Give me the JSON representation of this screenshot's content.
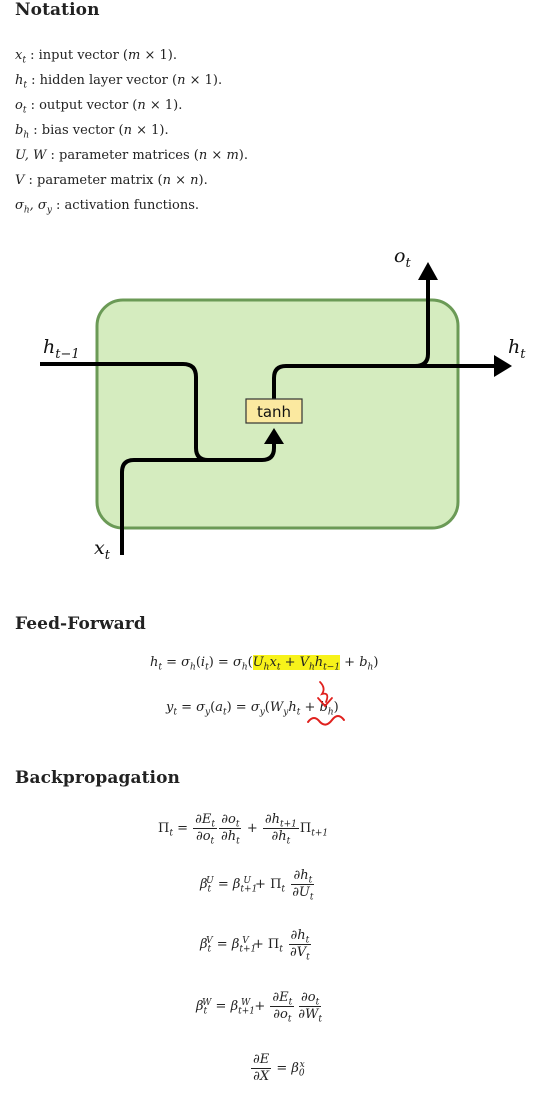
{
  "headings": {
    "notation": "Notation",
    "feedforward": "Feed-Forward",
    "backprop": "Backpropagation"
  },
  "notation": [
    {
      "sym": "x",
      "sub": "t",
      "text": " : input vector (m × 1)."
    },
    {
      "sym": "h",
      "sub": "t",
      "text": " : hidden layer vector (n × 1)."
    },
    {
      "sym": "o",
      "sub": "t",
      "text": " : output vector (n × 1)."
    },
    {
      "sym": "b",
      "sub": "h",
      "text": " : bias vector (n × 1)."
    },
    {
      "sym": "U, W",
      "sub": "",
      "text": " : parameter matrices (n × m)."
    },
    {
      "sym": "V",
      "sub": "",
      "text": " : parameter matrix (n × n)."
    },
    {
      "sym": "σ",
      "sub": "h",
      "text": ", σ_y : activation functions."
    }
  ],
  "diagram": {
    "tanh_label": "tanh",
    "h_prev": "h",
    "h_prev_sub": "t−1",
    "h_out": "h",
    "h_out_sub": "t",
    "o_out": "o",
    "o_out_sub": "t",
    "x_in": "x",
    "x_in_sub": "t",
    "colors": {
      "cell_fill": "#d5ecbf",
      "cell_stroke": "#6b9a56",
      "tanh_fill": "#fbe9a0",
      "highlight": "#f7f21a",
      "annotation": "#e0211e"
    }
  },
  "equations": {
    "ff1": "h_t = σ_h(i_t) = σ_h(U_h x_t + V_h h_{t−1} + b_h)",
    "ff2": "y_t = σ_y(a_t) = σ_y(W_y h_t + b_h)",
    "bp1": "Π_t = ∂E_t/∂o_t ∂o_t/∂h_t + ∂h_{t+1}/∂h_t Π_{t+1}",
    "bp2": "β_t^U = β_{t+1}^U + Π_t ∂h_t/∂U_t",
    "bp3": "β_t^V = β_{t+1}^V + Π_t ∂h_t/∂V_t",
    "bp4": "β_t^W = β_{t+1}^W + ∂E_t/∂o_t ∂o_t/∂W_t",
    "bp5": "∂E/∂X = β_0^x"
  }
}
